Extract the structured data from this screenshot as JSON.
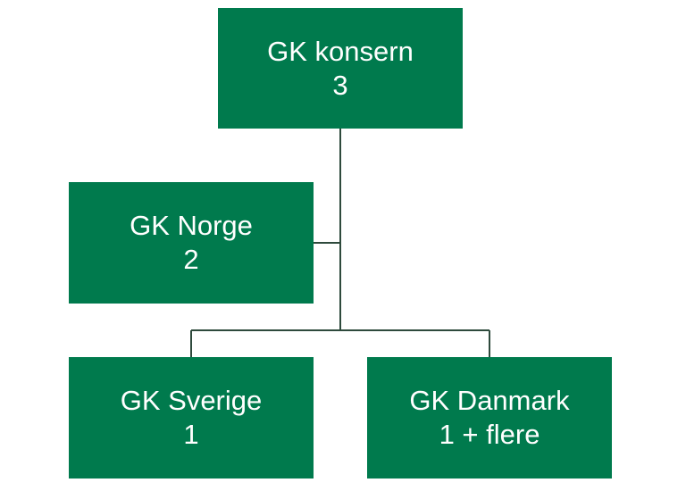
{
  "org_chart": {
    "nodes": [
      {
        "id": "konsern",
        "name": "GK konsern",
        "value": "3"
      },
      {
        "id": "norge",
        "name": "GK Norge",
        "value": "2"
      },
      {
        "id": "sverige",
        "name": "GK Sverige",
        "value": "1"
      },
      {
        "id": "danmark",
        "name": "GK Danmark",
        "value": "1 + flere"
      }
    ],
    "edges": [
      {
        "from": "konsern",
        "to": "norge",
        "type": "assistant"
      },
      {
        "from": "konsern",
        "to": "sverige",
        "type": "child"
      },
      {
        "from": "konsern",
        "to": "danmark",
        "type": "child"
      }
    ],
    "colors": {
      "node_fill": "#007a4d",
      "node_text": "#ffffff",
      "connector": "#2e4a3c"
    }
  }
}
